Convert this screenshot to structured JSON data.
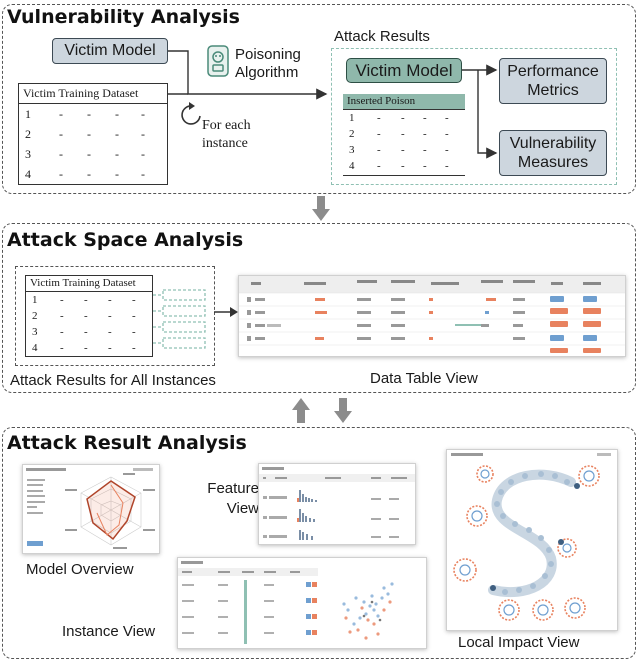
{
  "panels": {
    "vulnerability": {
      "title": "Vulnerability Analysis",
      "victim_model": "Victim Model",
      "poisoning_algorithm": "Poisoning Algorithm",
      "training_table": {
        "header": "Victim Training Dataset",
        "rows": [
          "1",
          "2",
          "3",
          "4"
        ]
      },
      "for_each_instance": "For each instance",
      "attack_results": "Attack Results",
      "result_victim_model": "Victim Model",
      "inserted_poison": {
        "header": "Inserted Poison",
        "rows": [
          "1",
          "2",
          "3",
          "4"
        ]
      },
      "performance_metrics": "Performance Metrics",
      "vulnerability_measures": "Vulnerability Measures"
    },
    "attack_space": {
      "title": "Attack Space Analysis",
      "training_table": {
        "header": "Victim Training Dataset",
        "rows": [
          "1",
          "2",
          "3",
          "4"
        ]
      },
      "results_caption": "Attack Results for All Instances",
      "data_table_caption": "Data Table View"
    },
    "attack_result": {
      "title": "Attack Result Analysis",
      "model_overview": "Model Overview",
      "feature_view": "Feature View",
      "instance_view": "Instance View",
      "local_impact_view": "Local Impact View"
    }
  },
  "colors": {
    "teal_box": "#8fb8ab",
    "gray_box": "#cdd6de",
    "accent_orange": "#e8825f",
    "accent_blue": "#6f9fd0",
    "dashed_teal": "#8fc0b3"
  },
  "dash_char": "-"
}
